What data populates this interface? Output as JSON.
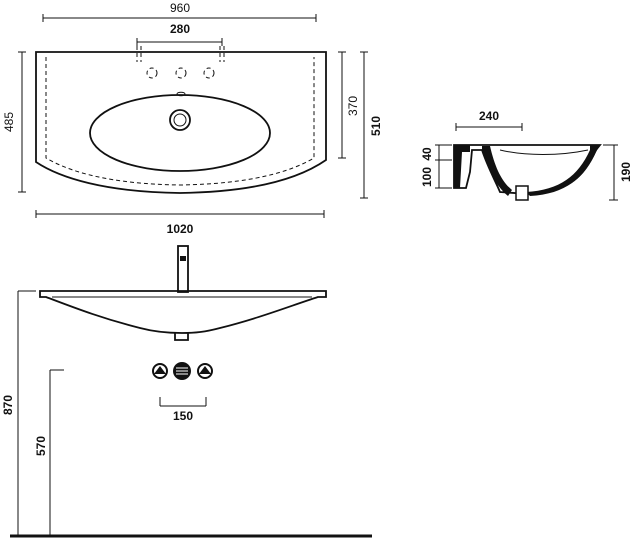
{
  "top_view": {
    "width_overall_outer": "960",
    "tap_spacing": "280",
    "depth_left": "485",
    "depth_inner": "370",
    "depth_right": "510",
    "width_bottom": "1020"
  },
  "side_section": {
    "horizontal": "240",
    "rim_small": "40",
    "rim_large": "100",
    "height": "190"
  },
  "front_view": {
    "tap_spacing": "150",
    "height_total": "870",
    "height_to_basin": "570"
  },
  "colors": {
    "line": "#111111",
    "background": "#ffffff"
  }
}
